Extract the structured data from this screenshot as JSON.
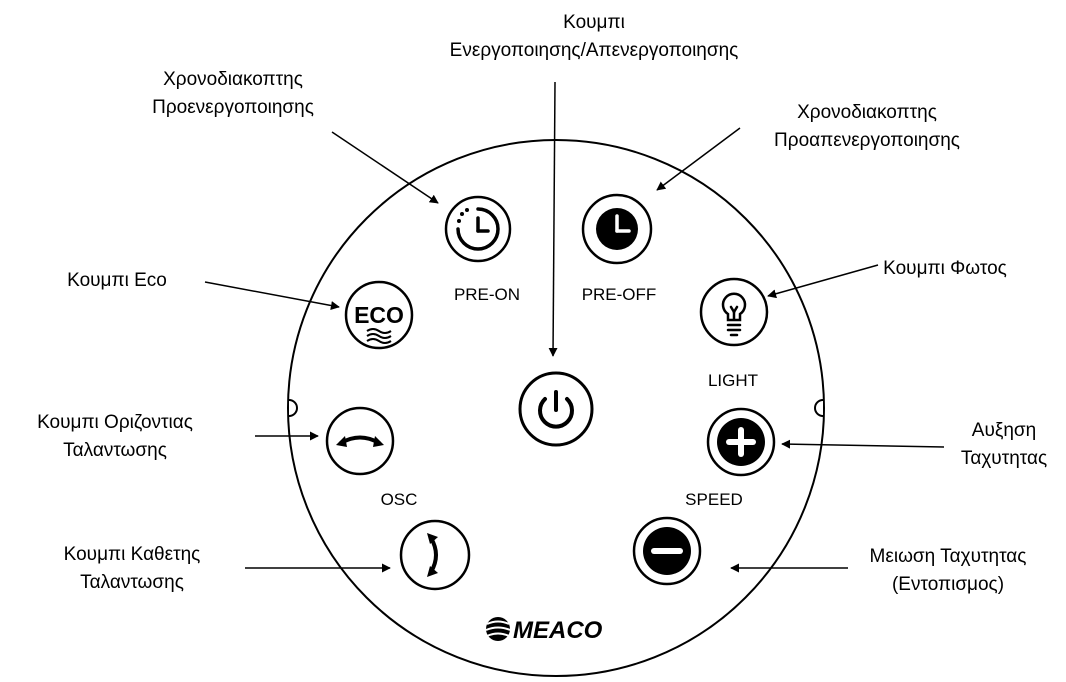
{
  "callouts": {
    "power": {
      "line1": "Κουμπι",
      "line2": "Ενεργοποιησης/Απενεργοποιησης"
    },
    "pre_on_timer": {
      "line1": "Χρονοδιακοπτης",
      "line2": "Προενεργοποιησης"
    },
    "pre_off_timer": {
      "line1": "Χρονοδιακοπτης",
      "line2": "Προαπενεργοποιησης"
    },
    "eco": {
      "line1": "Κουμπι Eco"
    },
    "light": {
      "line1": "Κουμπι Φωτος"
    },
    "horizontal_osc": {
      "line1": "Κουμπι Οριζοντιας",
      "line2": "Ταλαντωσης"
    },
    "speed_up": {
      "line1": "Αυξηση",
      "line2": "Ταχυτητας"
    },
    "vertical_osc": {
      "line1": "Κουμπι Καθετης",
      "line2": "Ταλαντωσης"
    },
    "speed_down": {
      "line1": "Μειωση Ταχυτητας",
      "line2": "(Εντοπισμος)"
    }
  },
  "panel_labels": {
    "pre_on": "PRE-ON",
    "pre_off": "PRE-OFF",
    "eco": "ECO",
    "light": "LIGHT",
    "osc": "OSC",
    "speed": "SPEED"
  },
  "brand": {
    "name": "MEACO"
  },
  "icons": {
    "power": "power-icon",
    "pre_on": "pre-on-timer-icon",
    "pre_off": "pre-off-timer-icon",
    "eco": "eco-icon",
    "light": "lightbulb-icon",
    "osc": "horizontal-swing-icon",
    "vertical": "vertical-swing-icon",
    "plus": "plus-icon",
    "minus": "minus-icon",
    "logo": "meaco-logo-icon"
  },
  "colors": {
    "ink": "#000000",
    "background": "#ffffff"
  }
}
